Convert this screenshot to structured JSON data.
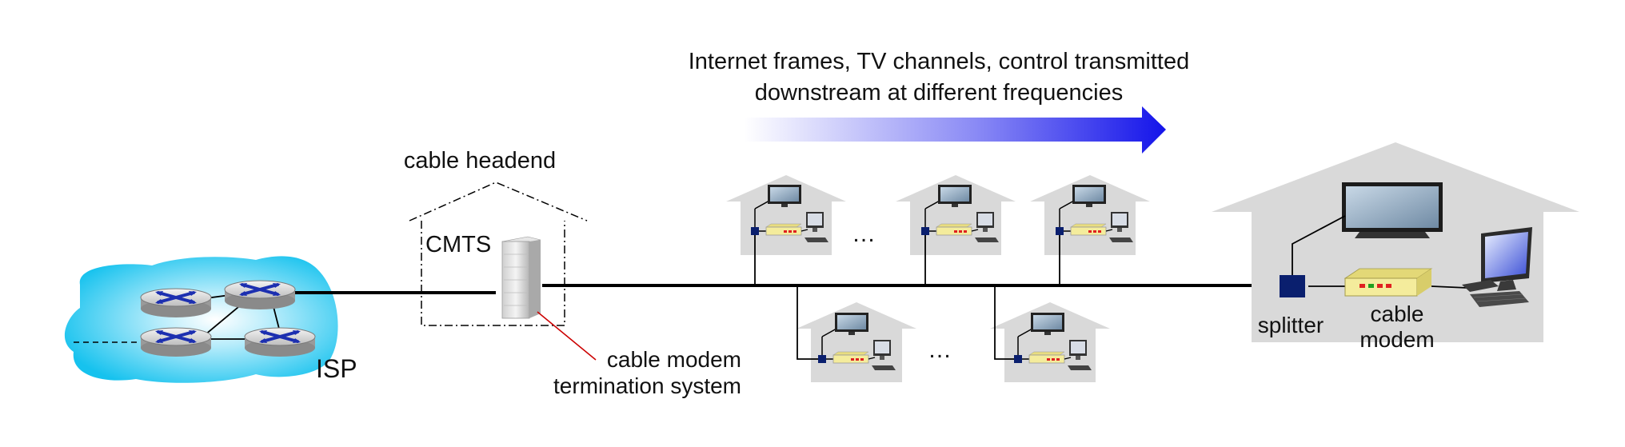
{
  "banner": {
    "line1": "Internet frames, TV channels, control  transmitted",
    "line2": "downstream at different frequencies"
  },
  "headend": {
    "title": "cable headend",
    "cmts_label": "CMTS"
  },
  "cmts_caption": {
    "line1": "cable modem",
    "line2": "termination system"
  },
  "isp_label": "ISP",
  "ellipsis": "…",
  "big_house": {
    "splitter_label": "splitter",
    "modem_line1": "cable",
    "modem_line2": "modem"
  },
  "colors": {
    "cloud": "#1ec8f0",
    "arrow": "#1a1aee",
    "house": "#d9d9d9",
    "splitter": "#0a1f6e",
    "modem": "#f4ec9c",
    "callout": "#cc0000"
  }
}
